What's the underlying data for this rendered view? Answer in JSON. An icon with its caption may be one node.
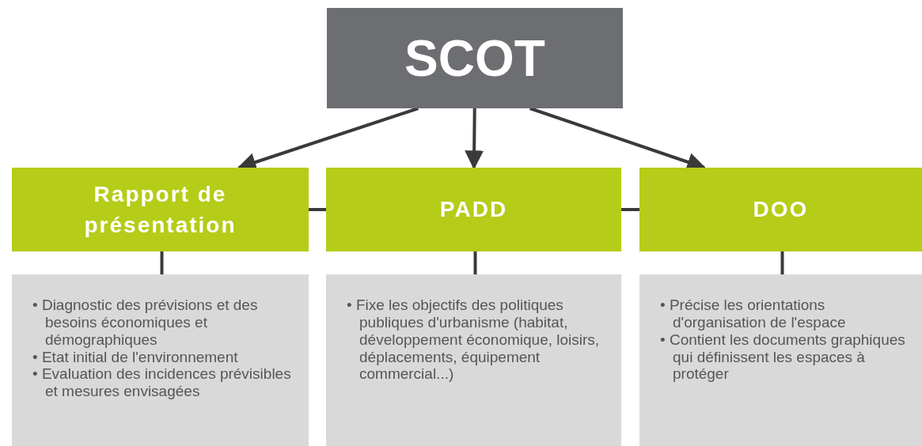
{
  "diagram": {
    "nodes": [
      {
        "text": [
          "SCOT"
        ]
      },
      {
        "text": [
          "Rapport de présentation"
        ]
      },
      {
        "text": [
          "PADD"
        ]
      },
      {
        "text": [
          "DOO"
        ]
      },
      {
        "text": [
          "• Diagnostic des prévisions et des besoins économiques et démographiques",
          "• Etat initial de l'environnement",
          "• Evaluation des incidences prévisibles et mesures envisagées"
        ]
      },
      {
        "text": [
          "• Fixe les objectifs des politiques publiques d'urbanisme (habitat, développement économique, loisirs, déplacements, équipement commercial...)"
        ]
      },
      {
        "text": [
          "• Précise les orientations d'organisation de l'espace",
          "• Contient les documents graphiques qui définissent les espaces à protéger"
        ]
      }
    ],
    "edges": [
      {
        "from": 0,
        "to": 1,
        "arrow": "to"
      },
      {
        "from": 0,
        "to": 2,
        "arrow": "to"
      },
      {
        "from": 0,
        "to": 3,
        "arrow": "to"
      },
      {
        "from": 1,
        "to": 2,
        "arrow": "none"
      },
      {
        "from": 2,
        "to": 3,
        "arrow": "none"
      },
      {
        "from": 1,
        "to": 4,
        "arrow": "none"
      },
      {
        "from": 2,
        "to": 5,
        "arrow": "none"
      },
      {
        "from": 3,
        "to": 6,
        "arrow": "none"
      }
    ]
  }
}
